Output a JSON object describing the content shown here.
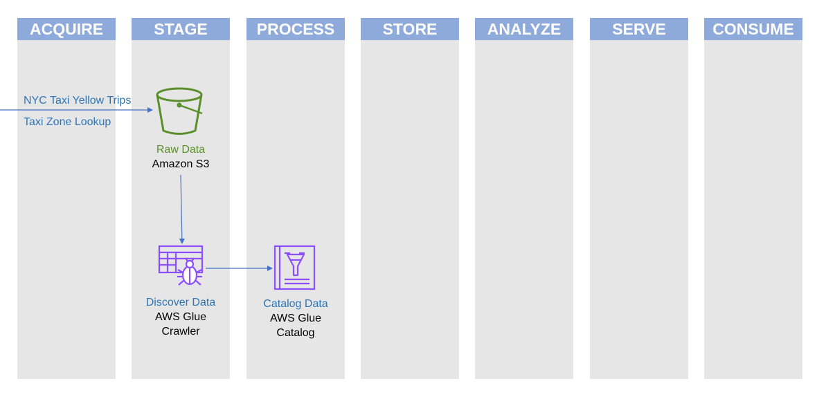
{
  "lanes": [
    {
      "label": "ACQUIRE"
    },
    {
      "label": "STAGE"
    },
    {
      "label": "PROCESS"
    },
    {
      "label": "STORE"
    },
    {
      "label": "ANALYZE"
    },
    {
      "label": "SERVE"
    },
    {
      "label": "CONSUME"
    }
  ],
  "sources": {
    "yellow_trips": "NYC Taxi Yellow Trips",
    "zone_lookup": "Taxi Zone Lookup"
  },
  "nodes": {
    "raw_data": {
      "title": "Raw Data",
      "service": "Amazon S3",
      "icon": "s3-bucket-icon"
    },
    "discover": {
      "title": "Discover Data",
      "service_line1": "AWS Glue",
      "service_line2": "Crawler",
      "icon": "glue-crawler-icon"
    },
    "catalog": {
      "title": "Catalog Data",
      "service_line1": "AWS Glue",
      "service_line2": "Catalog",
      "icon": "glue-catalog-icon"
    }
  },
  "colors": {
    "lane_bg": "#e6e6e6",
    "lane_header": "#8eaadb",
    "arrow": "#4472c4",
    "s3_green": "#5a8f2a",
    "glue_purple": "#8c4fff",
    "label_blue": "#2e75b6"
  }
}
